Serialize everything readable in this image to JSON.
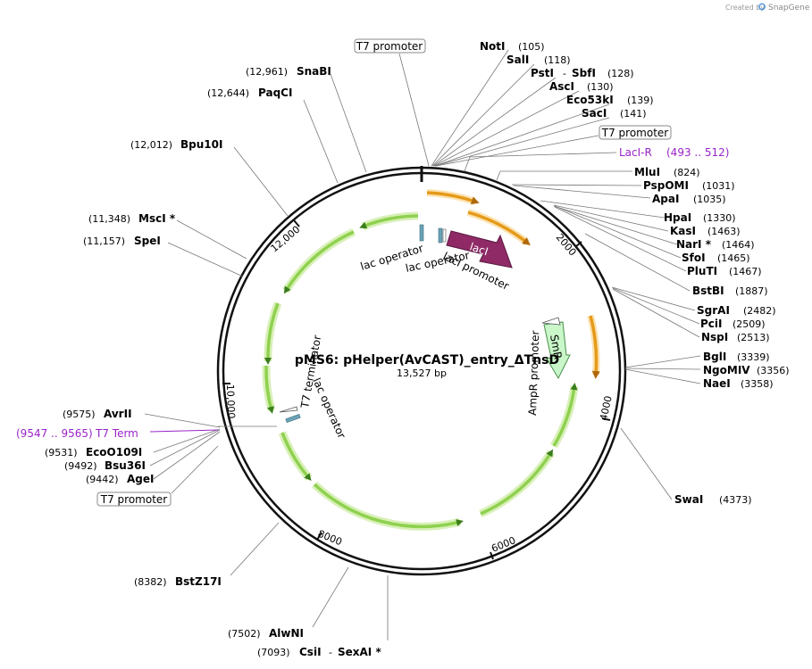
{
  "credit": {
    "prefix": "Created by",
    "brand": "SnapGene"
  },
  "map": {
    "title": "pMS6: pHelper(AvCAST)_entry_ΔTnsD",
    "length": "13,527 bp",
    "length_bp": 13527
  },
  "ticks": [
    "2000",
    "4000",
    "6000",
    "8000",
    "10,000",
    "12,000"
  ],
  "sites": [
    {
      "name": "NotI",
      "pos": "(105)"
    },
    {
      "name": "SalI",
      "pos": "(118)"
    },
    {
      "name": "PstI",
      "sep": "-",
      "name2": "SbfI",
      "pos": "(128)"
    },
    {
      "name": "AscI",
      "pos": "(130)"
    },
    {
      "name": "Eco53kI",
      "pos": "(139)"
    },
    {
      "name": "SacI",
      "pos": "(141)"
    },
    {
      "name": "MluI",
      "pos": "(824)"
    },
    {
      "name": "PspOMI",
      "pos": "(1031)"
    },
    {
      "name": "ApaI",
      "pos": "(1035)"
    },
    {
      "name": "HpaI",
      "pos": "(1330)"
    },
    {
      "name": "KasI",
      "pos": "(1463)"
    },
    {
      "name": "NarI *",
      "pos": "(1464)"
    },
    {
      "name": "SfoI",
      "pos": "(1465)"
    },
    {
      "name": "PluTI",
      "pos": "(1467)"
    },
    {
      "name": "BstBI",
      "pos": "(1887)"
    },
    {
      "name": "SgrAI",
      "pos": "(2482)"
    },
    {
      "name": "PciI",
      "pos": "(2509)"
    },
    {
      "name": "NspI",
      "pos": "(2513)"
    },
    {
      "name": "BglI",
      "pos": "(3339)"
    },
    {
      "name": "NgoMIV",
      "pos": "(3356)"
    },
    {
      "name": "NaeI",
      "pos": "(3358)"
    },
    {
      "name": "SwaI",
      "pos": "(4373)"
    },
    {
      "name": "CsiI",
      "sep": "-",
      "name2": "SexAI *",
      "pos": "(7093)"
    },
    {
      "name": "AlwNI",
      "pos": "(7502)"
    },
    {
      "name": "BstZ17I",
      "pos": "(8382)"
    },
    {
      "name": "AgeI",
      "pos": "(9442)"
    },
    {
      "name": "Bsu36I",
      "pos": "(9492)"
    },
    {
      "name": "EcoO109I",
      "pos": "(9531)"
    },
    {
      "name": "AvrII",
      "pos": "(9575)"
    },
    {
      "name": "SpeI",
      "pos": "(11,157)"
    },
    {
      "name": "MscI *",
      "pos": "(11,348)"
    },
    {
      "name": "Bpu10I",
      "pos": "(12,012)"
    },
    {
      "name": "PaqCI",
      "pos": "(12,644)"
    },
    {
      "name": "SnaBI",
      "pos": "(12,961)"
    }
  ],
  "primers": [
    {
      "name": "LacI-R",
      "range": "(493 .. 512)"
    },
    {
      "name": "T7 Term",
      "range": "(9547 .. 9565)"
    }
  ],
  "boxed_labels": [
    "T7 promoter",
    "T7 promoter",
    "T7 promoter"
  ],
  "features": {
    "laci": "lacI",
    "laci_promoter": "lacI promoter",
    "lac_operator_1": "lac operator",
    "lac_operator_2": "lac operator",
    "lac_operator_3": "lac operator",
    "t7_terminator": "T7 terminator",
    "smr": "SmR",
    "ampr_promoter": "AmpR promoter"
  },
  "colors": {
    "green_arrow": "#8fd14f",
    "green_glow": "#d8f0b8",
    "orange_arrow": "#e59a1a",
    "orange_glow": "#fbe2b0",
    "laci": "#8f2a66",
    "smr": "#c9f7c9",
    "operator": "#6aa3b8",
    "primer": "#9a24c9"
  }
}
